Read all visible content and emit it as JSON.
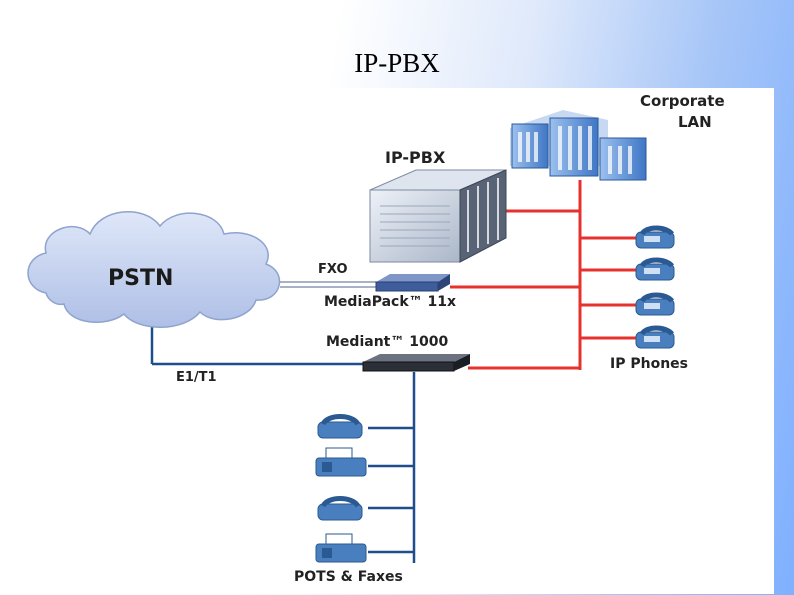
{
  "slide": {
    "title": "IP-PBX"
  },
  "diagram": {
    "labels": {
      "corporate_lan_line1": "Corporate",
      "corporate_lan_line2": "LAN",
      "ip_pbx": "IP-PBX",
      "pstn": "PSTN",
      "fxo": "FXO",
      "mediapack": "MediaPack™ 11x",
      "mediant": "Mediant™ 1000",
      "e1t1": "E1/T1",
      "ip_phones": "IP Phones",
      "pots_faxes": "POTS & Faxes"
    },
    "colors": {
      "lan_line": "#e5322d",
      "trunk_line": "#1f4e8c",
      "cloud_fill": "#c9d6f2",
      "building_fill": "#4e86cf"
    },
    "icons": [
      "buildings-icon",
      "server-icon",
      "cloud-icon",
      "gateway-icon",
      "phone-icon",
      "fax-icon"
    ]
  }
}
